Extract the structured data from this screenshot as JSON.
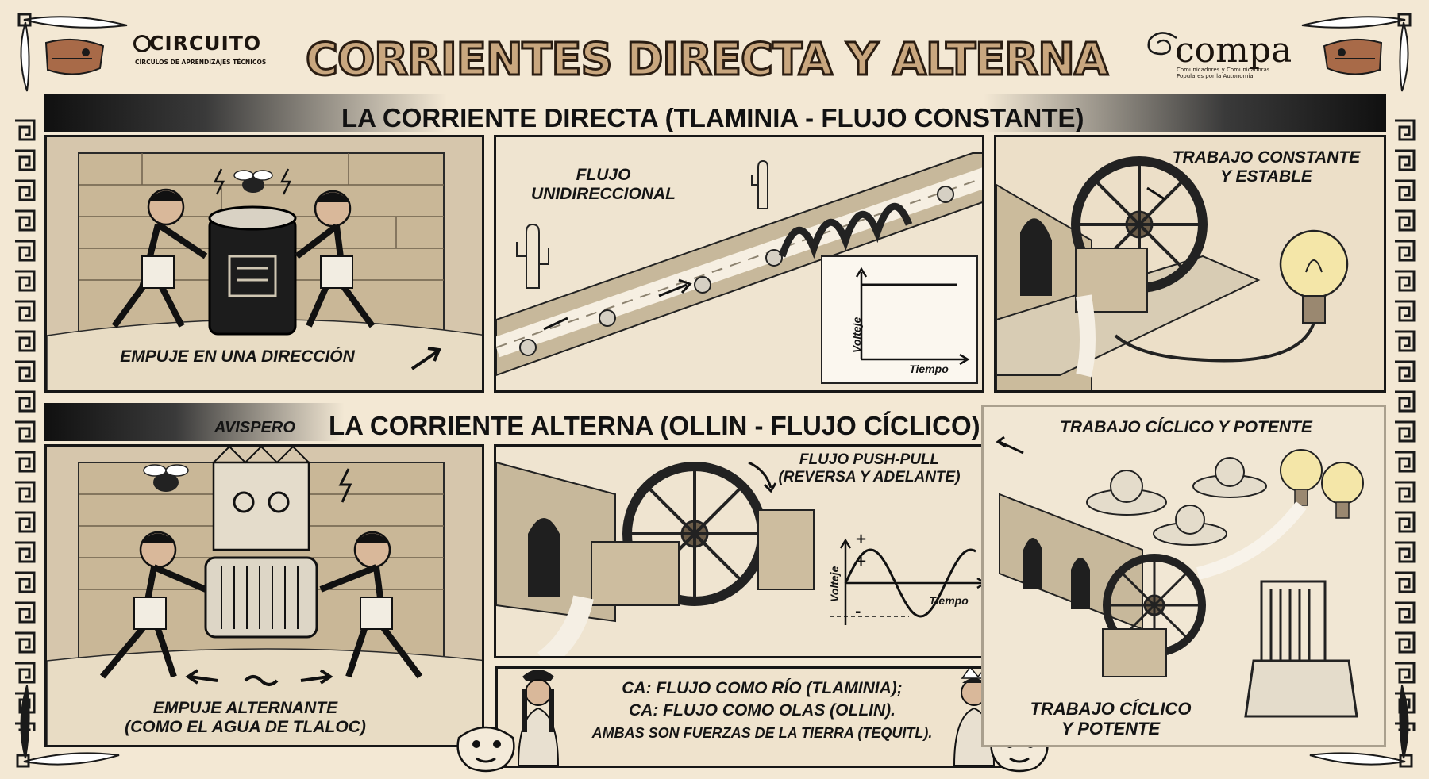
{
  "header": {
    "title": "CORRIENTES DIRECTA Y ALTERNA",
    "logo_left_name": "CIRCUITO",
    "logo_left_subtitle": "CÍRCULOS DE APRENDIZAJES TÉCNICOS",
    "logo_right_name": "compa",
    "logo_right_subtitle": "Comunicadores y Comunicadoras Populares por la Autonomía"
  },
  "dc": {
    "title": "LA CORRIENTE DIRECTA (TLAMINIA - FLUJO CONSTANTE)",
    "push_caption": "EMPUJE EN UNA DIRECCIÓN",
    "flow_caption_line1": "FLUJO",
    "flow_caption_line2": "UNIDIRECCIONAL",
    "graph_ylabel": "Volteje",
    "graph_xlabel": "Tiempo",
    "work_caption_line1": "TRABAJO CONSTANTE",
    "work_caption_line2": "Y ESTABLE"
  },
  "ac": {
    "title": "LA CORRIENTE ALTERNA (OLLIN - FLUJO CÍCLICO)",
    "avispero_label": "AVISPERO",
    "push_caption_line1": "EMPUJE ALTERNANTE",
    "push_caption_line2": "(COMO EL AGUA DE TLALOC)",
    "flow_caption_line1": "FLUJO PUSH-PULL",
    "flow_caption_line2": "(REVERSA Y ADELANTE)",
    "graph_ylabel": "Volteje",
    "graph_xlabel": "Tiempo",
    "graph_plus_mark": "+",
    "graph_minus_mark": "-",
    "work_caption_top": "TRABAJO CÍCLICO Y POTENTE",
    "work_caption_bottom_line1": "TRABAJO CÍCLICO",
    "work_caption_bottom_line2": "Y POTENTE"
  },
  "summary": {
    "line1": "CA: FLUJO COMO RÍO (TLAMINIA);",
    "line2": "CA: FLUJO COMO OLAS (OLLIN).",
    "line3": "AMBAS SON FUERZAS DE LA TIERRA (TEQUITL)."
  },
  "colors": {
    "paper": "#f3e8d4",
    "ink": "#141414",
    "title_fill": "#c9a77f",
    "title_stroke": "#2a1d12"
  },
  "icons": [
    "wasp-icon",
    "lightning-icon",
    "light-bulb-icon",
    "water-wheel-icon",
    "serpent-icon",
    "cactus-icon",
    "jaguar-head-icon",
    "feather-icon",
    "xiuhcoatl-head-icon"
  ]
}
